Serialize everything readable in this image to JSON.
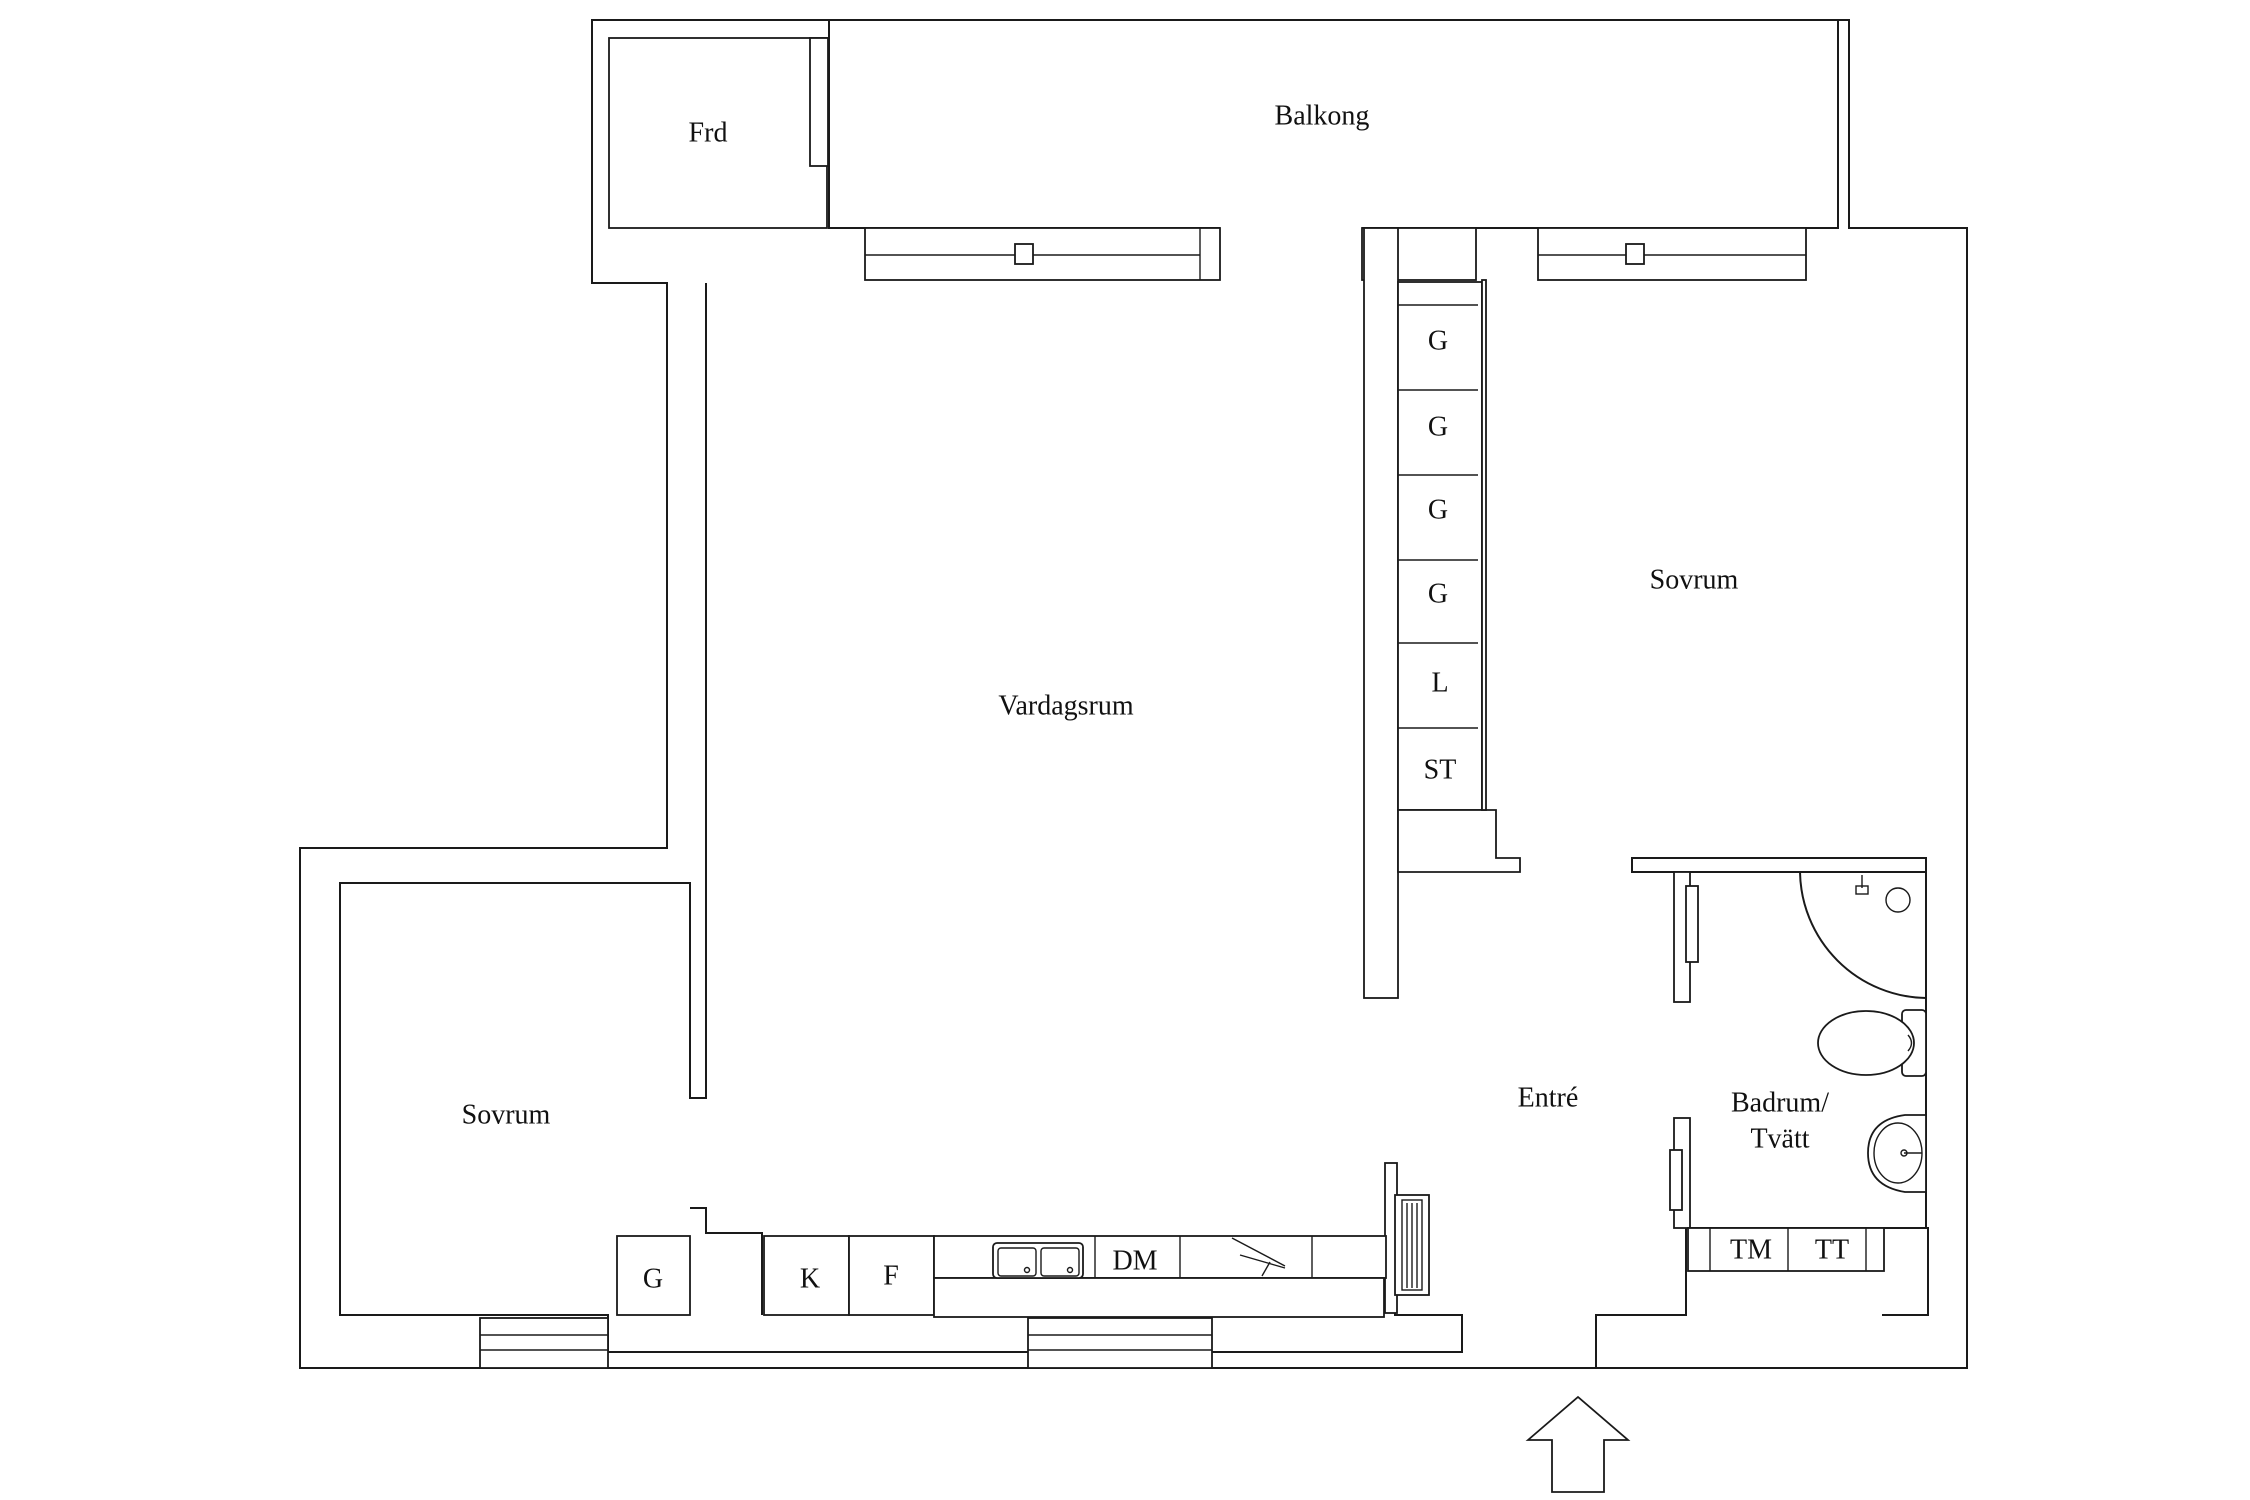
{
  "rooms": {
    "frd": "Frd",
    "balkong": "Balkong",
    "vardagsrum": "Vardagsrum",
    "sovrum_right": "Sovrum",
    "sovrum_left": "Sovrum",
    "entre": "Entré",
    "badrum_line1": "Badrum/",
    "badrum_line2": "Tvätt"
  },
  "wardrobe_labels": [
    "G",
    "G",
    "G",
    "G",
    "L",
    "ST"
  ],
  "kitchen": {
    "g": "G",
    "k": "K",
    "f": "F",
    "dm": "DM"
  },
  "laundry": {
    "tm": "TM",
    "tt": "TT"
  },
  "icons": {
    "entrance": "entrance-arrow-icon",
    "sink": "sink-icon",
    "toilet": "toilet-icon",
    "washbasin": "washbasin-icon",
    "shower": "shower-icon",
    "radiator": "radiator-icon",
    "stove": "stove-icon"
  }
}
